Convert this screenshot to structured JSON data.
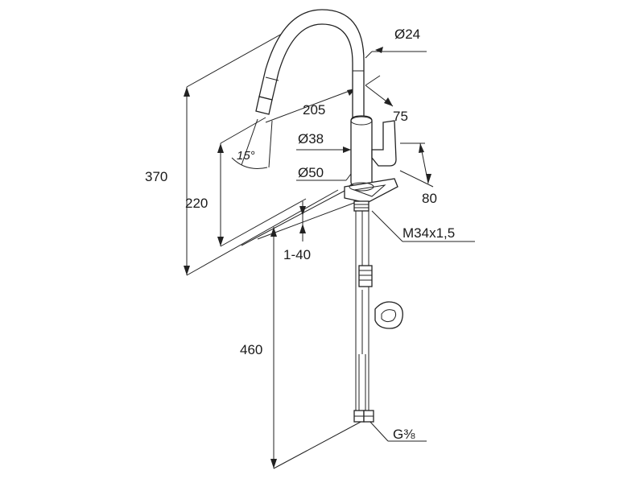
{
  "dimensions": {
    "d_spout": "Ø24",
    "spout_reach": "205",
    "lever_offset": "75",
    "d_body": "Ø38",
    "lever_height": "80",
    "d_base": "Ø50",
    "height_total": "370",
    "height_outlet": "220",
    "angle": "15°",
    "thread": "M34x1,5",
    "deck_thickness": "1-40",
    "hose_length": "460",
    "connection": "G⅜"
  },
  "colors": {
    "line": "#222222",
    "background": "#ffffff"
  }
}
